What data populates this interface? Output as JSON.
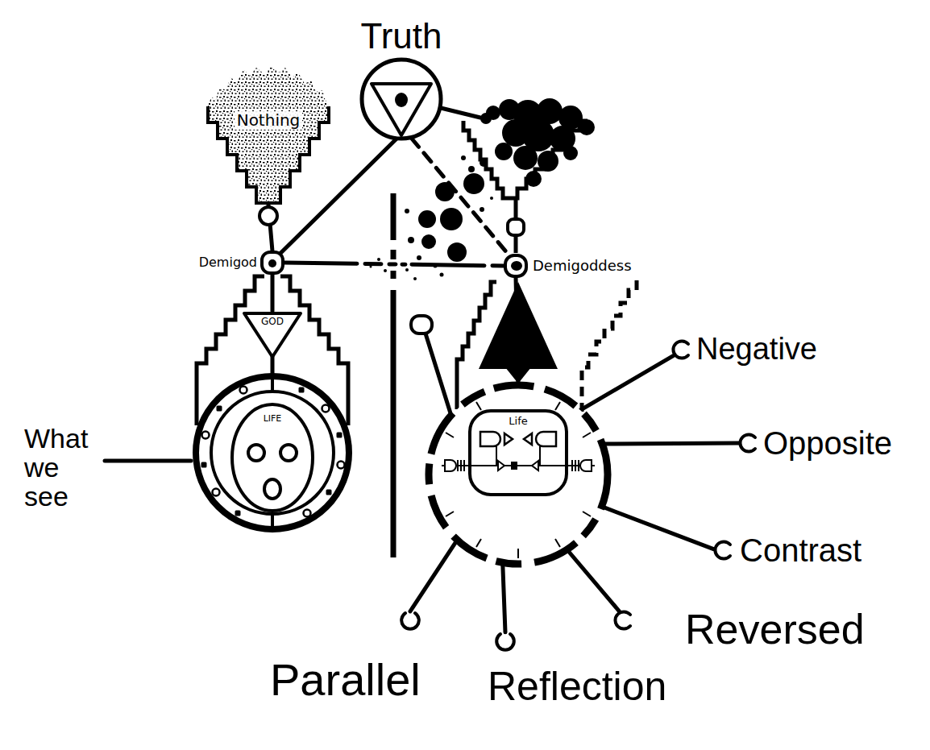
{
  "diagram": {
    "nodes": [
      {
        "text": [
          "Truth"
        ]
      },
      {
        "text": [
          "Nothing"
        ]
      },
      {
        "text": [
          "Demigod"
        ]
      },
      {
        "text": [
          "GOD"
        ]
      },
      {
        "text": [
          "LIFE"
        ]
      },
      {
        "text": [
          "Demigoddess"
        ]
      },
      {
        "text": [
          "Life"
        ]
      },
      {
        "text": [
          "Negative"
        ]
      },
      {
        "text": [
          "Opposite"
        ]
      },
      {
        "text": [
          "Contrast"
        ]
      },
      {
        "text": [
          "Reversed"
        ]
      },
      {
        "text": [
          "Parallel"
        ]
      },
      {
        "text": [
          "Reflection"
        ]
      }
    ],
    "edges": [
      {
        "from": 0,
        "to": 2,
        "arrow": "none"
      },
      {
        "from": 0,
        "to": 5,
        "arrow": "none"
      },
      {
        "from": 1,
        "to": 2,
        "arrow": "none"
      },
      {
        "from": 2,
        "to": 3,
        "arrow": "none"
      },
      {
        "from": 2,
        "to": 5,
        "arrow": "none"
      },
      {
        "from": 3,
        "to": 4,
        "arrow": "none"
      },
      {
        "from": 5,
        "to": 6,
        "arrow": "none"
      },
      {
        "from": 6,
        "to": 7,
        "arrow": "none"
      },
      {
        "from": 6,
        "to": 8,
        "arrow": "none"
      },
      {
        "from": 6,
        "to": 9,
        "arrow": "none"
      },
      {
        "from": 6,
        "to": 10,
        "arrow": "none"
      },
      {
        "from": 6,
        "to": 11,
        "arrow": "none"
      },
      {
        "from": 6,
        "to": 12,
        "arrow": "none"
      }
    ],
    "labels": [
      "What we see"
    ]
  }
}
